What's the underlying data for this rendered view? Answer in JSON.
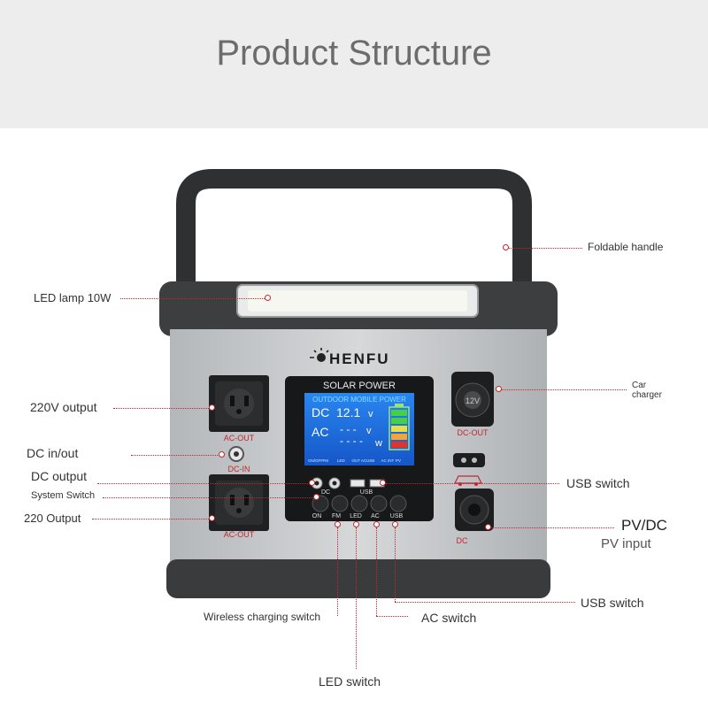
{
  "header": {
    "title": "Product Structure"
  },
  "device": {
    "brand": "HENFU",
    "panel_title": "SOLAR POWER",
    "lcd": {
      "header": "OUTDOOR MOBILE POWER",
      "dc_label": "DC",
      "dc_value": "12.1",
      "dc_unit": "v",
      "ac_label": "AC",
      "ac_value": "- - -",
      "ac_unit": "v",
      "w_value": "- - - -",
      "w_unit": "w"
    },
    "lcd_footer": [
      "ON/OFF",
      "FM",
      "LED",
      "OUT AC",
      "USB",
      "AC INT",
      "PV"
    ],
    "ports": {
      "ac_out_top": "AC-OUT",
      "dc_in": "DC-IN",
      "ac_out_bottom": "AC-OUT",
      "dc_out": "DC-OUT",
      "car_socket": "12V",
      "dc": "DC"
    },
    "button_labels": {
      "dc": "DC",
      "usb_top": "USB",
      "on": "ON",
      "fm": "FM",
      "led": "LED",
      "ac": "AC",
      "usb_bottom": "USB"
    }
  },
  "callouts": {
    "foldable_handle": "Foldable handle",
    "led_lamp": "LED lamp 10W",
    "car_charger_1": "Car",
    "car_charger_2": "charger",
    "output_220v": "220V output",
    "dc_in_out": "DC in/out",
    "dc_output": "DC output",
    "system_switch": "System Switch",
    "output_220": "220 Output",
    "usb_switch_right": "USB switch",
    "pv_dc": "PV/DC",
    "pv_input": "PV input",
    "usb_switch_bottom": "USB switch",
    "wireless_charging_switch": "Wireless charging switch",
    "ac_switch": "AC switch",
    "led_switch": "LED switch"
  },
  "colors": {
    "accent": "#c2272d",
    "lcd_blue": "#1e6fe0",
    "body_grey": "#c9cbcd",
    "frame_dark": "#3a3b3d"
  }
}
